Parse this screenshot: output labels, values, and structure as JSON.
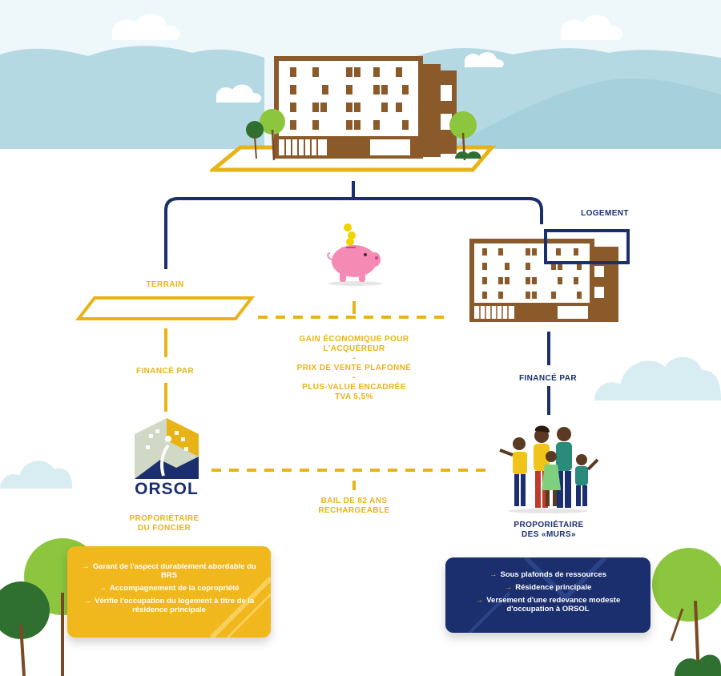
{
  "labels": {
    "logement": "LOGEMENT",
    "terrain": "TERRAIN",
    "finance_left": "FINANCÉ PAR",
    "finance_right": "FINANCÉ PAR",
    "gain_line1": "GAIN ÉCONOMIQUE POUR",
    "gain_line2": "L'ACQUÉREUR",
    "sep1": "-",
    "prix": "PRIX DE VENTE PLAFONNÉ",
    "sep2": "-",
    "plus_value": "PLUS-VALUE ENCADRÉE",
    "tva": "TVA 5,5%",
    "bail_line1": "BAIL DE 82 ANS",
    "bail_line2": "RECHARGEABLE",
    "orsol_role_line1": "PROPORIÉTAIRE",
    "orsol_role_line2": "DU FONCIER",
    "owner_role_line1": "PROPORIÉTAIRE",
    "owner_role_line2": "DES «MURS»"
  },
  "logo": {
    "name": "ORSOL"
  },
  "orsol_box": {
    "items": [
      "Garant de l'aspect durablement abordable du BRS",
      "Accompagnement de la copropriété",
      "Vérifie l'occupation du logement à titre de la résidence principale"
    ]
  },
  "owner_box": {
    "items": [
      "Sous plafonds de ressources",
      "Résidence principale",
      "Versement d'une redevance modeste d'occupation à ORSOL"
    ]
  },
  "colors": {
    "gold": "#e8b317",
    "navy": "#1b2f6e",
    "brown": "#8b5a2b",
    "sky": "#e6f2f6",
    "mountain": "#b5d9e3",
    "pink": "#f58bb4",
    "tree_green": "#8cc63f"
  },
  "icons": {
    "arrow": "→",
    "piggy": "piggy-bank-icon",
    "family": "family-illustration"
  }
}
